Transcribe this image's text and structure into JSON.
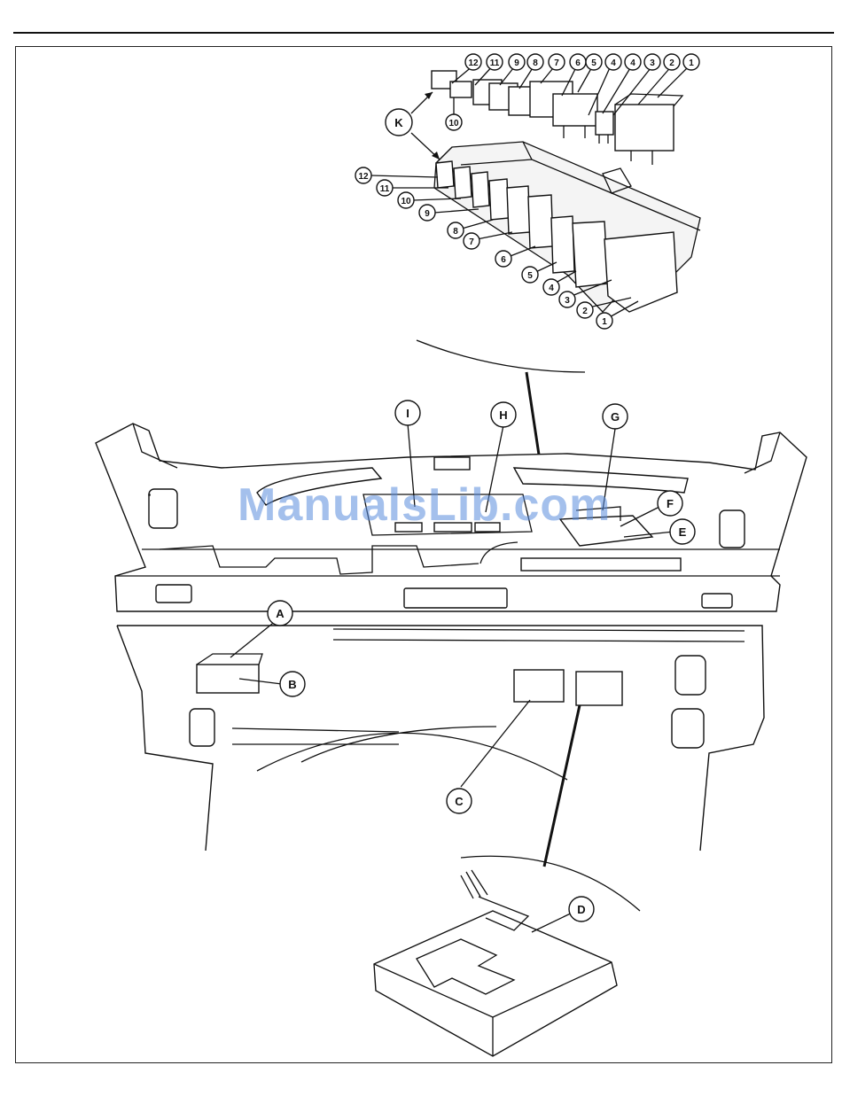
{
  "watermark": "ManualsLib.com",
  "relays_top": [
    "12",
    "11",
    "10",
    "9",
    "8",
    "7",
    "6",
    "5",
    "4",
    "3",
    "2",
    "1"
  ],
  "relays_bottom": [
    "12",
    "11",
    "10",
    "9",
    "8",
    "7",
    "6",
    "5",
    "4",
    "3",
    "2",
    "1"
  ],
  "labels": {
    "K": "K",
    "I": "I",
    "H": "H",
    "G": "G",
    "F": "F",
    "E": "E",
    "A": "A",
    "B": "B",
    "C": "C",
    "D": "D"
  }
}
